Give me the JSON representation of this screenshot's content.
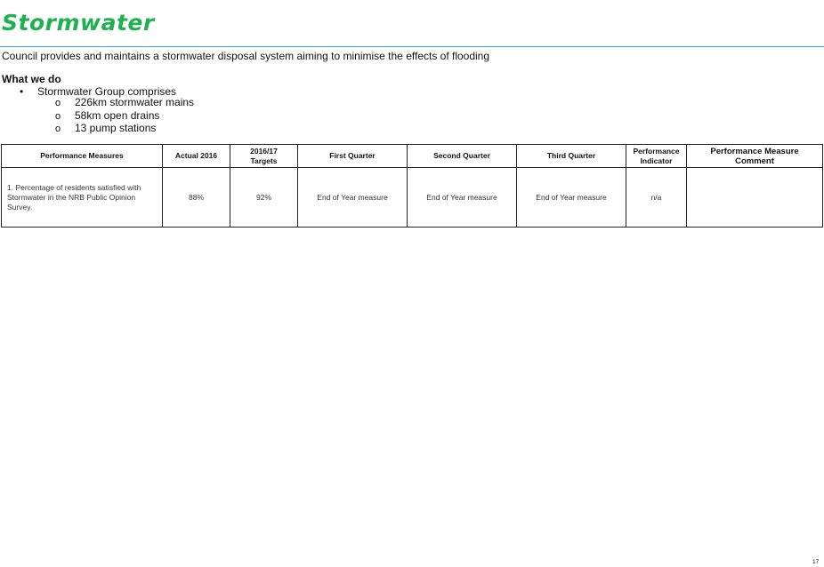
{
  "page": {
    "title": "Stormwater",
    "intro": "Council provides and maintains a stormwater disposal system aiming to minimise the effects of flooding",
    "what_we_do": {
      "heading": "What we do",
      "bullet_marker": "•",
      "bullet": "Stormwater Group comprises",
      "sub_marker": "o",
      "sub_items": [
        "226km stormwater mains",
        "58km open drains",
        "13 pump stations"
      ]
    },
    "page_number": "17"
  },
  "table": {
    "headers": {
      "measures": "Performance Measures",
      "actual": "Actual 2016",
      "targets_line1": "2016/17",
      "targets_line2": "Targets",
      "q1": "First Quarter",
      "q2": "Second Quarter",
      "q3": "Third Quarter",
      "indicator_line1": "Performance",
      "indicator_line2": "Indicator",
      "comment": "Performance Measure Comment"
    },
    "rows": [
      {
        "measure": "1. Percentage of residents satisfied with Stormwater in the NRB Public Opinion Survey.",
        "actual": "88%",
        "target": "92%",
        "q1": "End of Year measure",
        "q2": "End of Year measure",
        "q3": "End of Year measure",
        "indicator": "n/a",
        "comment": ""
      }
    ]
  },
  "colors": {
    "title": "#1fb14f",
    "rule": "#3fa9d8",
    "border": "#222222"
  }
}
